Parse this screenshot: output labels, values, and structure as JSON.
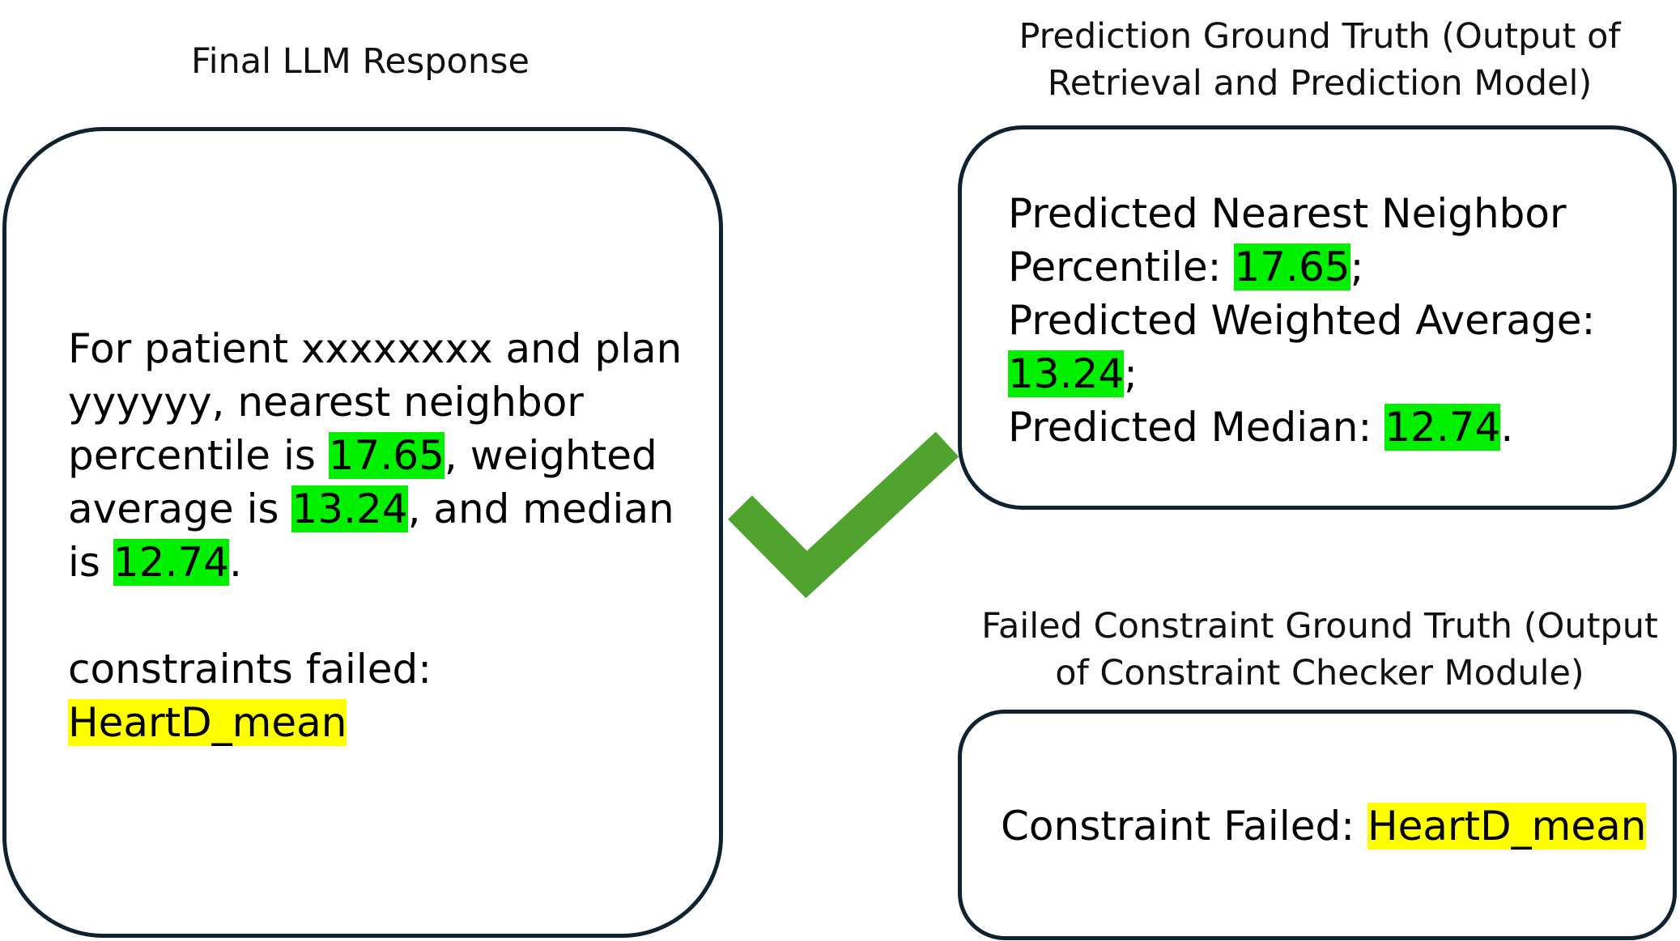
{
  "left_panel": {
    "caption": "Final LLM Response",
    "line1": "For patient xxxxxxxx and plan",
    "line2": "yyyyyy, nearest neighbor",
    "line3_prefix": "percentile is ",
    "line3_value": "17.65",
    "line3_suffix": ", weighted",
    "line4_prefix": "average is ",
    "line4_value": "13.24",
    "line4_suffix": ", and median",
    "line5_prefix": "is ",
    "line5_value": "12.74",
    "line5_suffix": ".",
    "constraints_label": "constraints failed:",
    "constraint_value": "HeartD_mean"
  },
  "prediction_panel": {
    "caption_line1": "Prediction Ground Truth (Output of",
    "caption_line2": "Retrieval and Prediction Model)",
    "line1": "Predicted Nearest Neighbor",
    "line2_prefix": "Percentile: ",
    "line2_value": "17.65",
    "line2_suffix": ";",
    "line3": "Predicted Weighted Average:",
    "line4_value": "13.24",
    "line4_suffix": ";",
    "line5_prefix": "Predicted Median: ",
    "line5_value": "12.74",
    "line5_suffix": "."
  },
  "constraint_panel": {
    "caption_line1": "Failed Constraint Ground Truth (Output",
    "caption_line2": "of Constraint Checker Module)",
    "label": "Constraint Failed: ",
    "value": "HeartD_mean"
  },
  "colors": {
    "number_highlight": "#00f000",
    "constraint_highlight": "#ffff00",
    "box_border": "#0f2230",
    "checkmark": "#4fa32e"
  },
  "icons": {
    "match_indicator": "checkmark-icon"
  }
}
